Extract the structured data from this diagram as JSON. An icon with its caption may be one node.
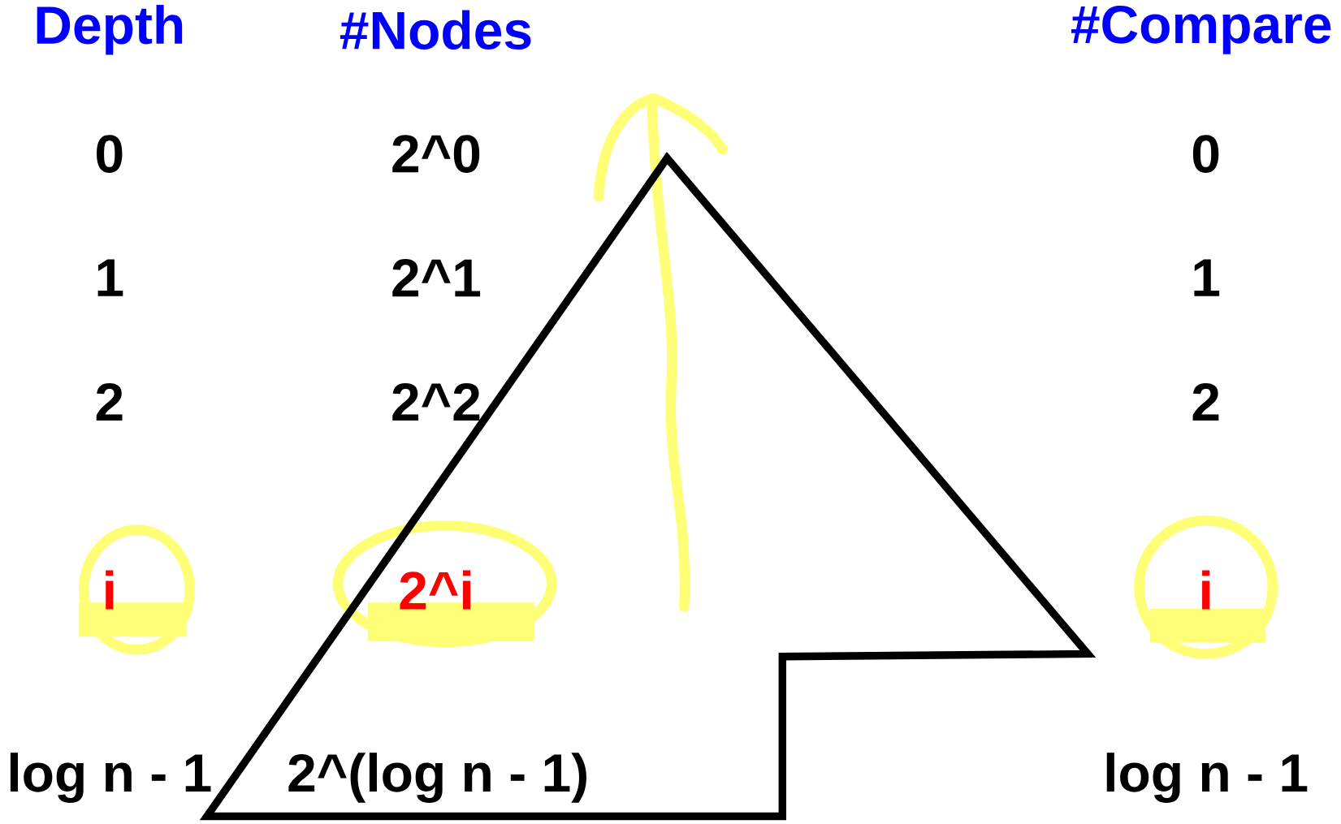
{
  "diagram": {
    "labels": [
      "Depth",
      "#Nodes",
      "#Compare",
      "0",
      "2^0",
      "0",
      "1",
      "2^1",
      "1",
      "2",
      "2^2",
      "2",
      "i",
      "2^i",
      "i",
      "log n - 1",
      "2^(log n - 1)",
      "log n - 1"
    ]
  }
}
